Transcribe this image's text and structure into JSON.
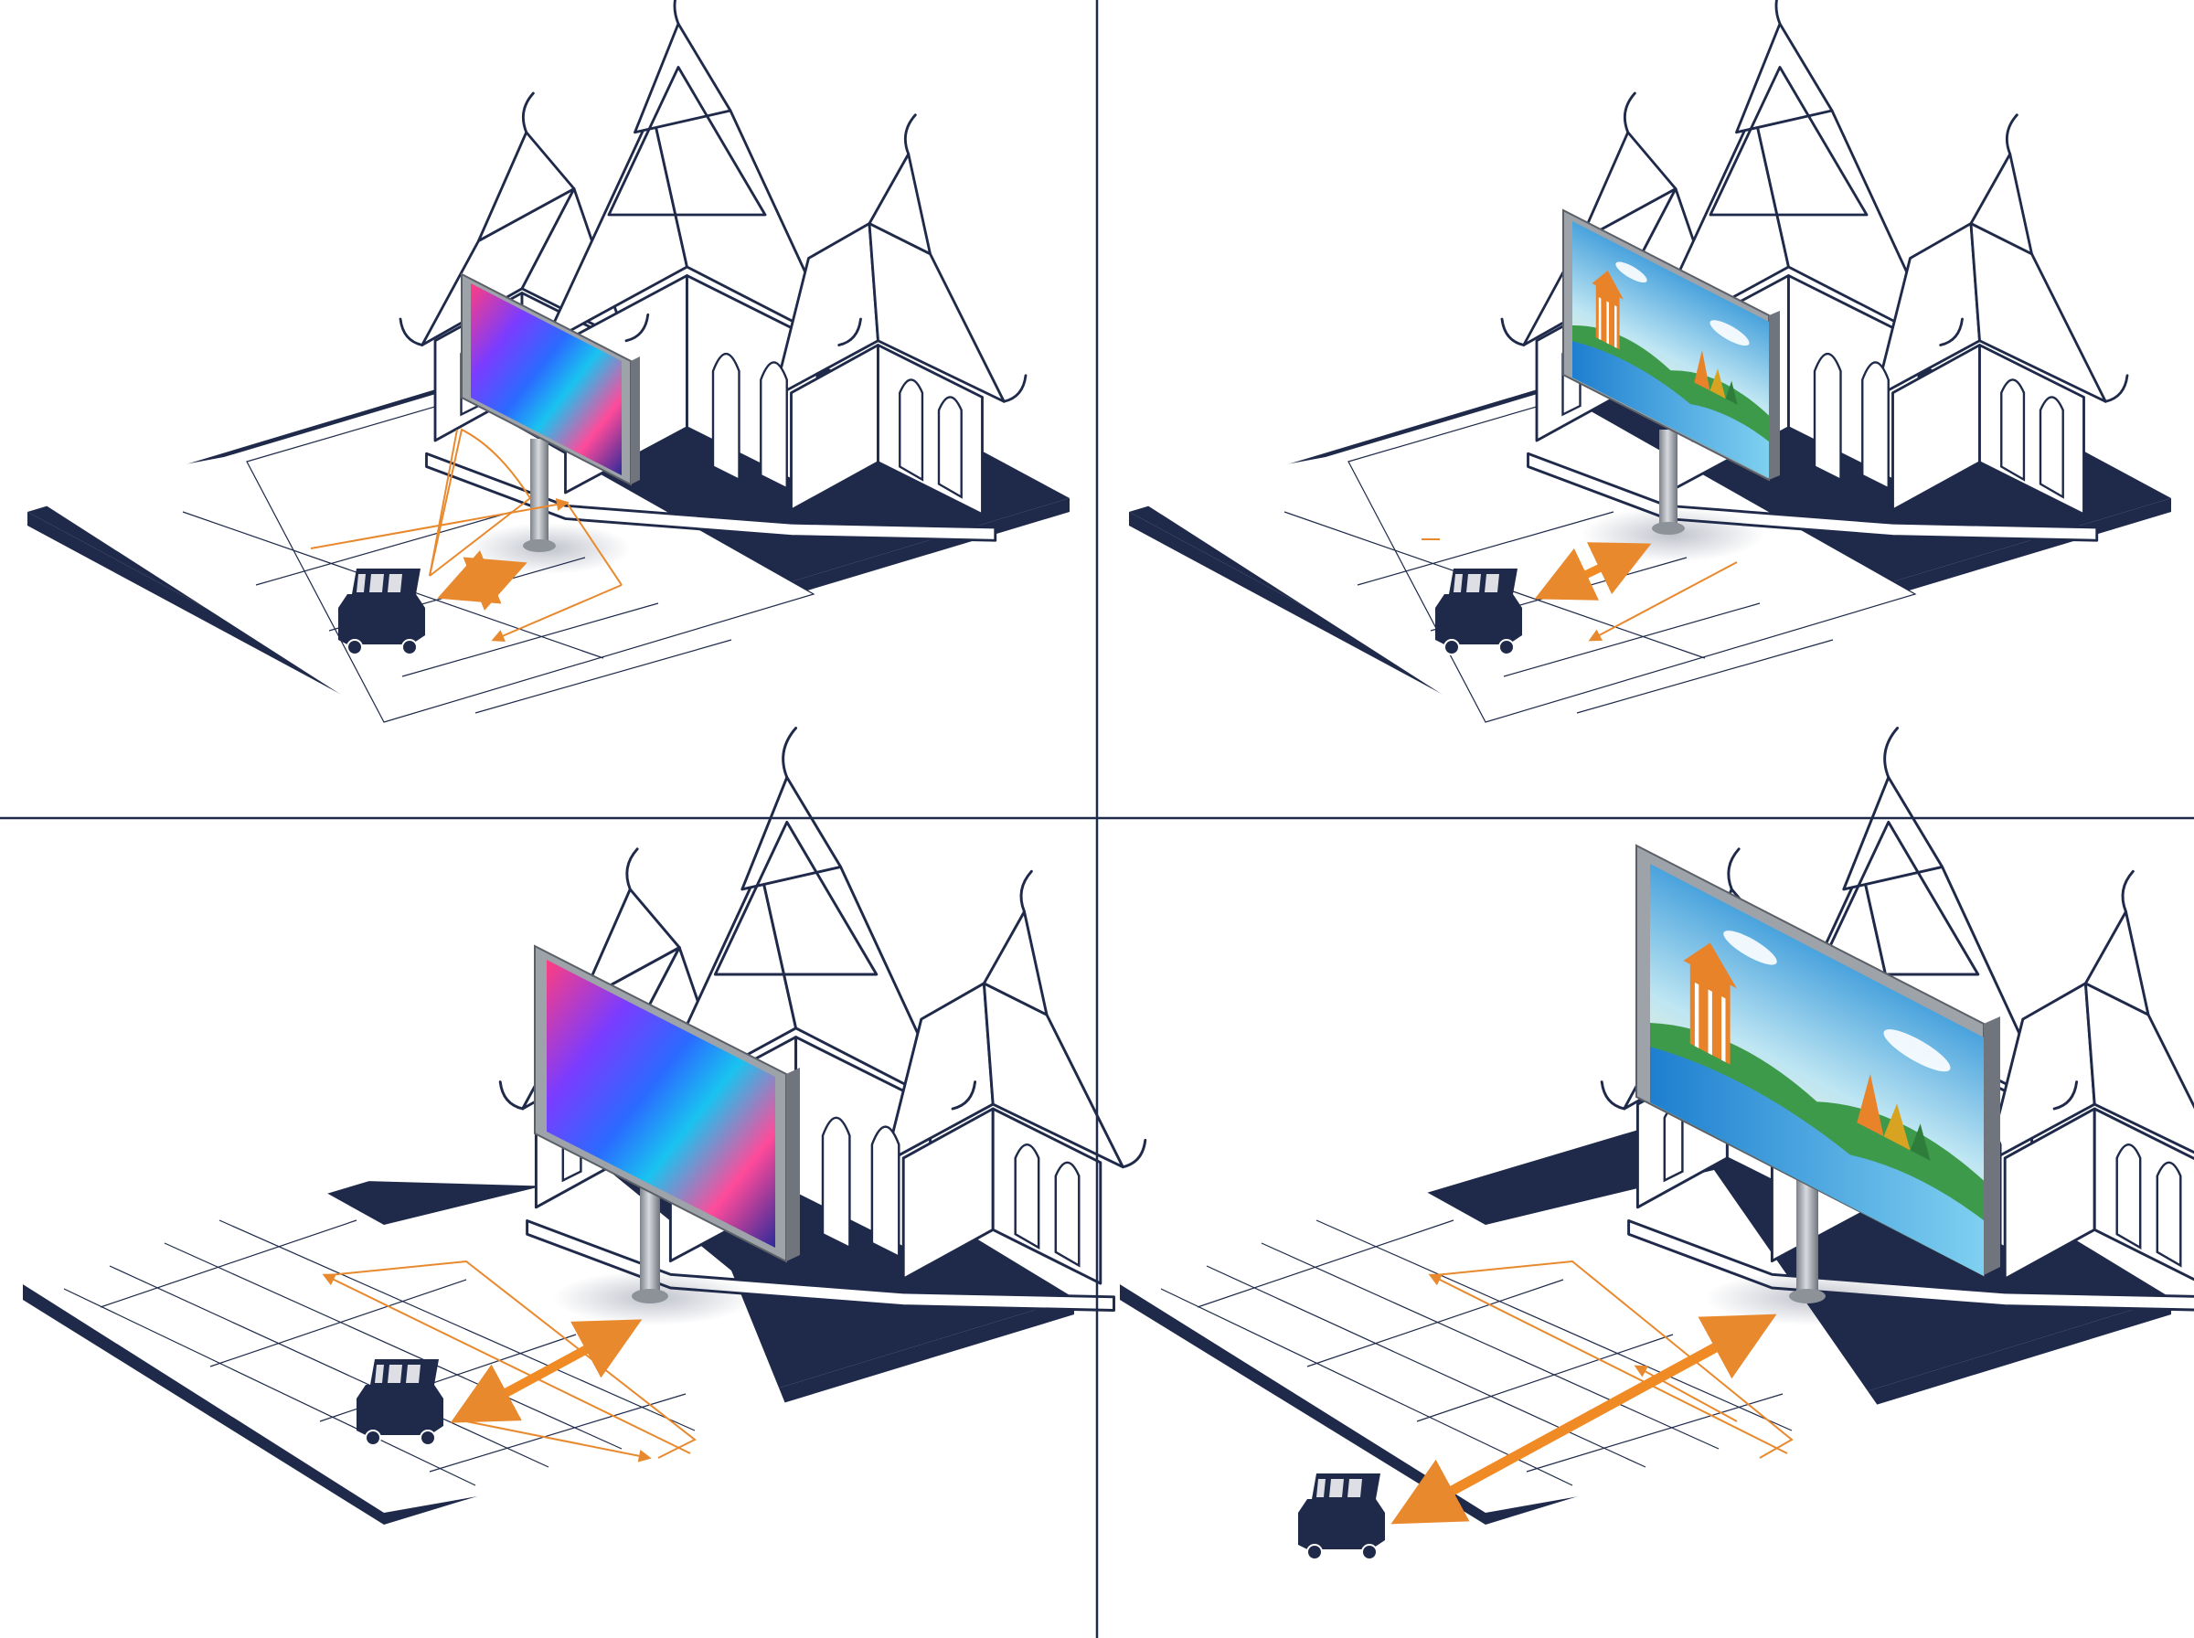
{
  "figure": {
    "panel_count": 4,
    "layout": "2x2 grid",
    "colors": {
      "ground": "#1f2a4a",
      "outline": "#1f2a4a",
      "arrow": "#f08a24",
      "guide": "#e8892e",
      "frame": "#9ea3aa",
      "sky": "#5fb4e4",
      "water": "#2a8fd6",
      "hill": "#3d9a4a",
      "temple_orange": "#e8832a"
    }
  },
  "panels": [
    {
      "position": "top-left",
      "screen": "abstract-gradient",
      "size": "small",
      "layout": "perpendicular",
      "guides": "angle-fan",
      "tuk_tuk": "on-road"
    },
    {
      "position": "top-right",
      "screen": "temple-landscape",
      "size": "small",
      "layout": "parallel",
      "guides": "single-line",
      "tuk_tuk": "on-road"
    },
    {
      "position": "bottom-left",
      "screen": "abstract-gradient",
      "size": "large",
      "layout": "angled",
      "guides": "lane-box",
      "tuk_tuk": "on-road"
    },
    {
      "position": "bottom-right",
      "screen": "temple-landscape",
      "size": "large",
      "layout": "angled",
      "guides": "lane-box",
      "tuk_tuk": "off-road"
    }
  ]
}
